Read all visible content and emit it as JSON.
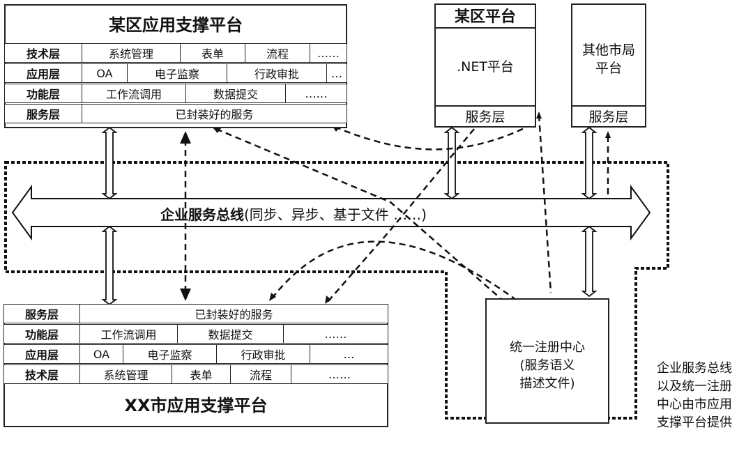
{
  "district_platform": {
    "title": "某区应用支撑平台",
    "layers": [
      {
        "name": "技术层",
        "cells": [
          "系统管理",
          "表单",
          "流程",
          "……"
        ]
      },
      {
        "name": "应用层",
        "cells": [
          "OA",
          "电子监察",
          "行政审批",
          "…"
        ]
      },
      {
        "name": "功能层",
        "cells": [
          "工作流调用",
          "数据提交",
          "……"
        ]
      },
      {
        "name": "服务层",
        "cells": [
          "已封装好的服务"
        ]
      }
    ]
  },
  "city_platform": {
    "title": "XX市应用支撑平台",
    "layers": [
      {
        "name": "服务层",
        "cells": [
          "已封装好的服务"
        ]
      },
      {
        "name": "功能层",
        "cells": [
          "工作流调用",
          "数据提交",
          "……"
        ]
      },
      {
        "name": "应用层",
        "cells": [
          "OA",
          "电子监察",
          "行政审批",
          "…"
        ]
      },
      {
        "name": "技术层",
        "cells": [
          "系统管理",
          "表单",
          "流程",
          "……"
        ]
      }
    ]
  },
  "net_platform": {
    "title": "某区平台",
    "body": ".NET平台",
    "service": "服务层"
  },
  "other_platform": {
    "body_line1": "其他市局",
    "body_line2": "平台",
    "service": "服务层"
  },
  "esb": {
    "label_bold": "企业服务总线",
    "label_rest": "(同步、异步、基于文件 ……)"
  },
  "registry": {
    "line1": "统一注册中心",
    "line2": "(服务语义",
    "line3": "描述文件)"
  },
  "note": {
    "lines": [
      "企业服务总线",
      "以及统一注册",
      "中心由市应用",
      "支撑平台提供"
    ]
  }
}
